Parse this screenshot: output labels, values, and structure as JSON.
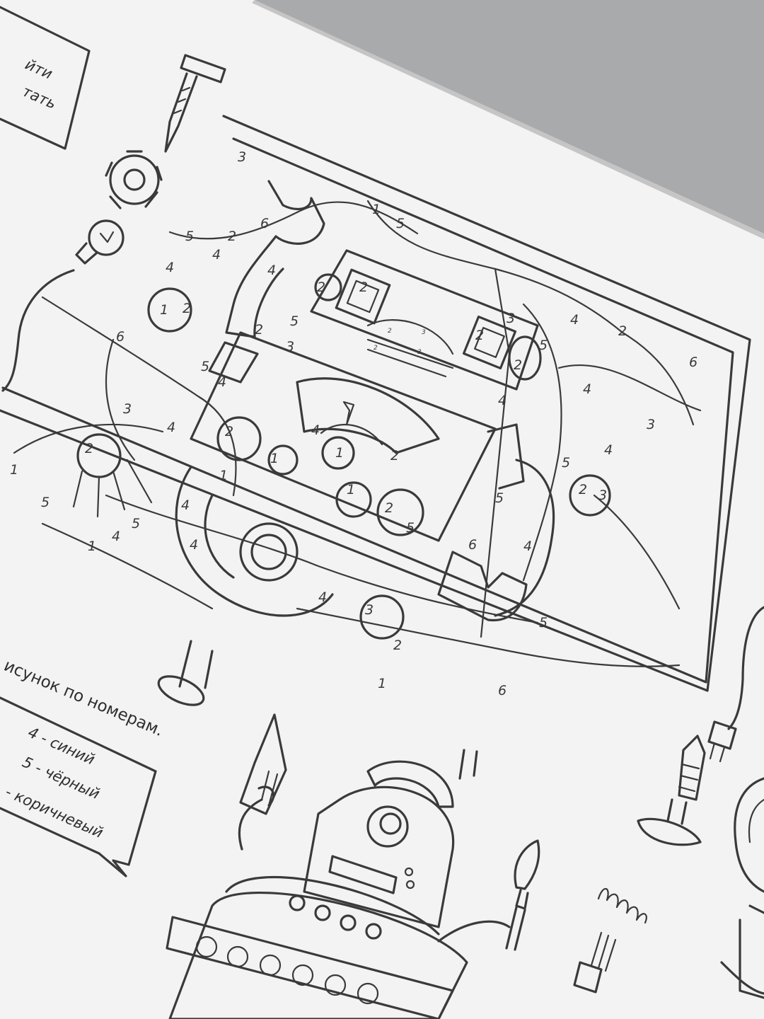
{
  "colors": {
    "background": "#a9aaab",
    "paper": "#f3f3f4",
    "ink": "#3a3a3a"
  },
  "top_box_lines": [
    "йти",
    "тать"
  ],
  "caption": "исунок по номерам.",
  "legend": [
    "4 - синий",
    "5 - чёрный",
    "- коричневый"
  ],
  "regions": {
    "n01": "3",
    "n02": "6",
    "n03": "1",
    "n04": "5",
    "n05": "5",
    "n06": "2",
    "n07": "4",
    "n08": "4",
    "n09": "4",
    "n10": "1",
    "n11": "2",
    "n12": "2",
    "n13": "2",
    "n14": "3",
    "n15": "3",
    "n16": "2",
    "n17": "4",
    "n18": "2",
    "n19": "6",
    "n20": "5",
    "n21": "2",
    "n22": "5",
    "n23": "4",
    "n24": "4",
    "n25": "3",
    "n26": "4",
    "n27": "2",
    "n28": "4",
    "n29": "1",
    "n30": "2",
    "n31": "5",
    "n32": "4",
    "n33": "5",
    "n34": "3",
    "n35": "1",
    "n36": "5",
    "n37": "1",
    "n38": "4",
    "n39": "2",
    "n40": "6",
    "n41": "1",
    "n42": "2",
    "n43": "4",
    "n44": "2",
    "n45": "4",
    "n46": "5",
    "n47": "2",
    "n48": "3",
    "n49": "6",
    "n50": "4",
    "n51": "5",
    "n52": "1",
    "n53": "3",
    "n54": "2",
    "n55": "1",
    "n56": "5",
    "n57": "6",
    "n58": "1",
    "n59": "4",
    "n60": "5",
    "n61": "4"
  },
  "visor_marks": {
    "v1": "2",
    "v2": "3",
    "v3": "2",
    "v4": "3"
  }
}
